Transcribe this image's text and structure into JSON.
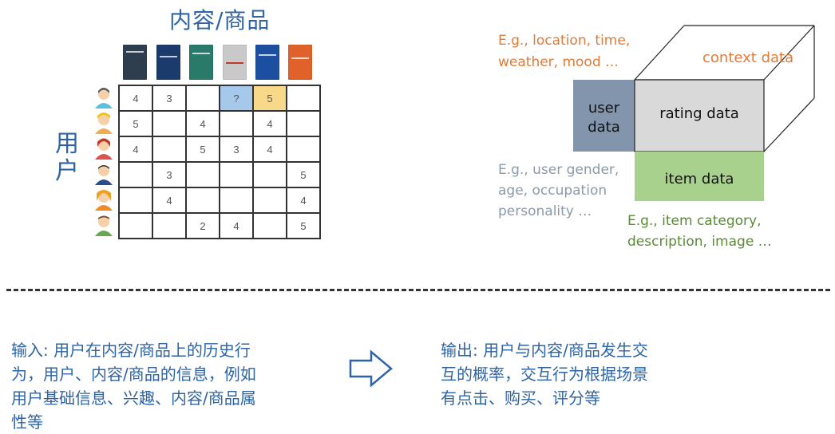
{
  "left_panel": {
    "title": "内容/商品",
    "users_label": "用户",
    "matrix": [
      [
        "4",
        "3",
        "",
        "?",
        "5",
        ""
      ],
      [
        "5",
        "",
        "4",
        "",
        "4",
        ""
      ],
      [
        "4",
        "",
        "5",
        "3",
        "4",
        ""
      ],
      [
        "",
        "3",
        "",
        "",
        "",
        "5"
      ],
      [
        "",
        "4",
        "",
        "",
        "",
        "4"
      ],
      [
        "",
        "",
        "2",
        "4",
        "",
        "5"
      ]
    ],
    "book_colors": [
      "#2e3e4e",
      "#1a3b6b",
      "#2a7a6a",
      "#c9c9c9",
      "#1d4fa0",
      "#e0622a"
    ],
    "avatar_colors": [
      "#5bc0de",
      "#f0ad4e",
      "#d9534f",
      "#2b4d8f",
      "#f08a24",
      "#6aa84f"
    ]
  },
  "right_panel": {
    "context_example": "E.g., location, time,\nweather, mood …",
    "context_label": "context data",
    "user_label": "user\ndata",
    "rating_label": "rating data",
    "item_label": "item data",
    "user_example": "E.g., user gender,\nage, occupation\npersonality …",
    "item_example": "E.g., item category,\ndescription, image …",
    "colors": {
      "user_box": "#8394ad",
      "rating_box": "#d9d9d9",
      "item_box": "#a9d18e"
    }
  },
  "bottom": {
    "input_text": "输入: 用户在内容/商品上的历史行\n为，用户、内容/商品的信息，例如\n用户基础信息、兴趣、内容/商品属\n性等",
    "output_text": "输出: 用户与内容/商品发生交\n互的概率，交互行为根据场景\n有点击、购买、评分等"
  }
}
